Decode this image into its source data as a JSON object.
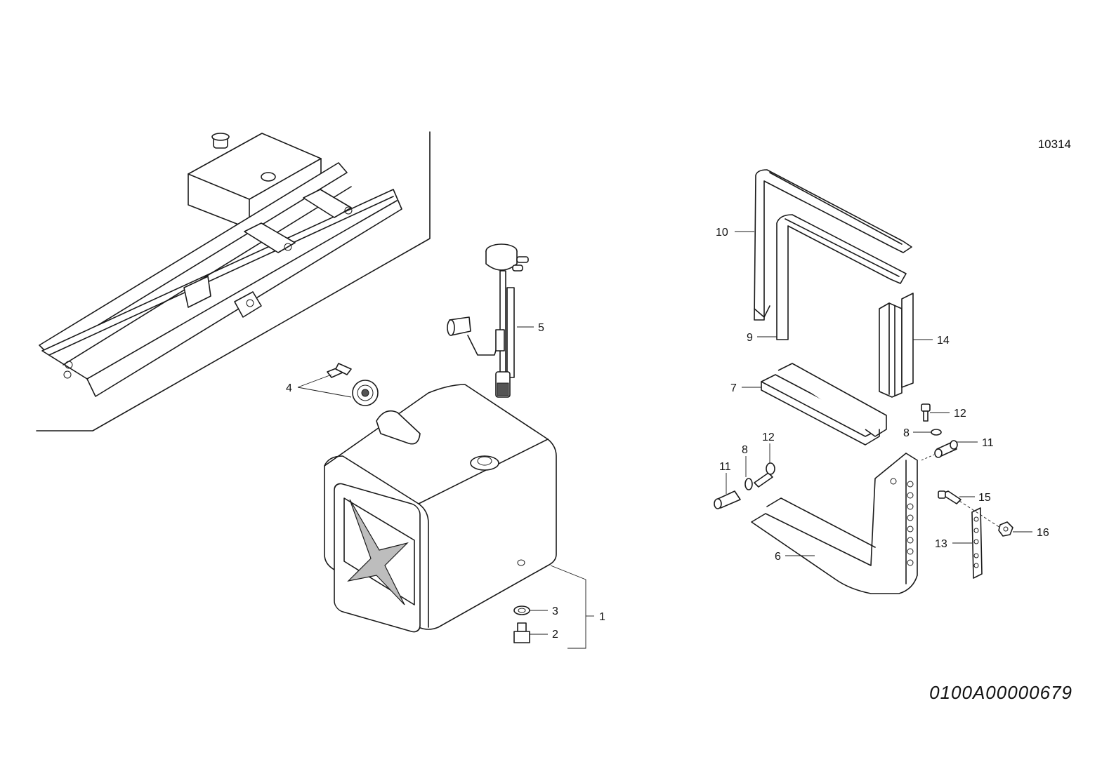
{
  "header": {
    "drawing_number": "10314"
  },
  "footer": {
    "part_reference": "0100A00000679"
  },
  "callouts": {
    "c1": "1",
    "c2": "2",
    "c3": "3",
    "c4": "4",
    "c5": "5",
    "c6": "6",
    "c7": "7",
    "c8a": "8",
    "c8b": "8",
    "c9": "9",
    "c10": "10",
    "c11a": "11",
    "c11b": "11",
    "c12a": "12",
    "c12b": "12",
    "c13": "13",
    "c14": "14",
    "c15": "15",
    "c16": "16"
  },
  "colors": {
    "line": "#1a1a1a",
    "background": "#ffffff",
    "shade": "#bdbdbd"
  }
}
